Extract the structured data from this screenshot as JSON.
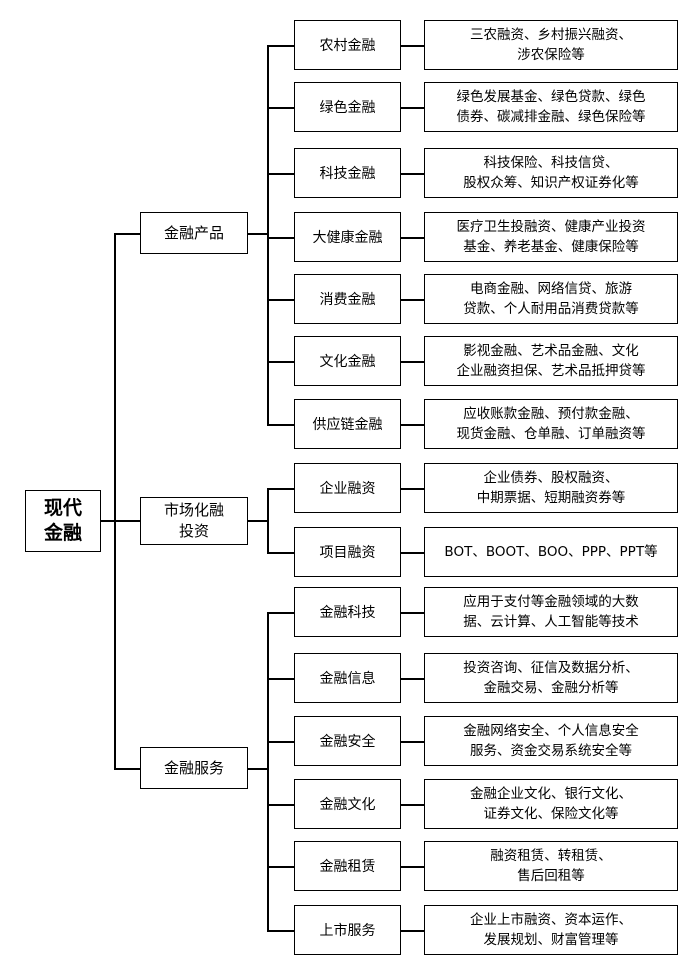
{
  "root": {
    "label": "现代\n金融"
  },
  "categories": [
    {
      "label": "金融产品",
      "items": [
        {
          "name": "农村金融",
          "desc": "三农融资、乡村振兴融资、\n涉农保险等"
        },
        {
          "name": "绿色金融",
          "desc": "绿色发展基金、绿色贷款、绿色\n债券、碳减排金融、绿色保险等"
        },
        {
          "name": "科技金融",
          "desc": "科技保险、科技信贷、\n股权众筹、知识产权证券化等"
        },
        {
          "name": "大健康金融",
          "desc": "医疗卫生投融资、健康产业投资\n基金、养老基金、健康保险等"
        },
        {
          "name": "消费金融",
          "desc": "电商金融、网络信贷、旅游\n贷款、个人耐用品消费贷款等"
        },
        {
          "name": "文化金融",
          "desc": "影视金融、艺术品金融、文化\n企业融资担保、艺术品抵押贷等"
        },
        {
          "name": "供应链金融",
          "desc": "应收账款金融、预付款金融、\n现货金融、仓单融、订单融资等"
        }
      ]
    },
    {
      "label": "市场化融\n投资",
      "items": [
        {
          "name": "企业融资",
          "desc": "企业债券、股权融资、\n中期票据、短期融资券等"
        },
        {
          "name": "项目融资",
          "desc": "BOT、BOOT、BOO、PPP、PPT等"
        }
      ]
    },
    {
      "label": "金融服务",
      "items": [
        {
          "name": "金融科技",
          "desc": "应用于支付等金融领域的大数\n据、云计算、人工智能等技术"
        },
        {
          "name": "金融信息",
          "desc": "投资咨询、征信及数据分析、\n金融交易、金融分析等"
        },
        {
          "name": "金融安全",
          "desc": "金融网络安全、个人信息安全\n服务、资金交易系统安全等"
        },
        {
          "name": "金融文化",
          "desc": "金融企业文化、银行文化、\n证券文化、保险文化等"
        },
        {
          "name": "金融租赁",
          "desc": "融资租赁、转租赁、\n售后回租等"
        },
        {
          "name": "上市服务",
          "desc": "企业上市融资、资本运作、\n发展规划、财富管理等"
        }
      ]
    }
  ]
}
